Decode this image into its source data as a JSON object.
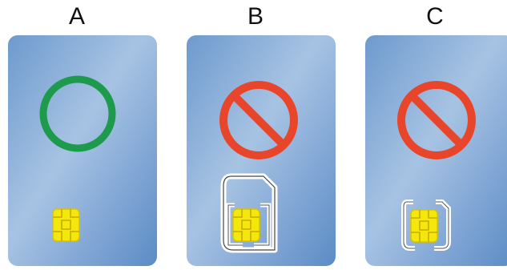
{
  "panels": [
    {
      "label": "A",
      "symbol": "allowed-circle",
      "adapter": "none"
    },
    {
      "label": "B",
      "symbol": "prohibited-sign",
      "adapter": "large-sim-adapter"
    },
    {
      "label": "C",
      "symbol": "prohibited-sign",
      "adapter": "small-sim-adapter"
    }
  ],
  "colors": {
    "card_light": "#94b6dc",
    "card_dark": "#5b8cc4",
    "allowed": "#1e9a4c",
    "prohibited": "#e8452a",
    "chip_gold": "#f3e80a",
    "chip_lines": "#c9a800",
    "adapter_outline": "#ffffff"
  }
}
